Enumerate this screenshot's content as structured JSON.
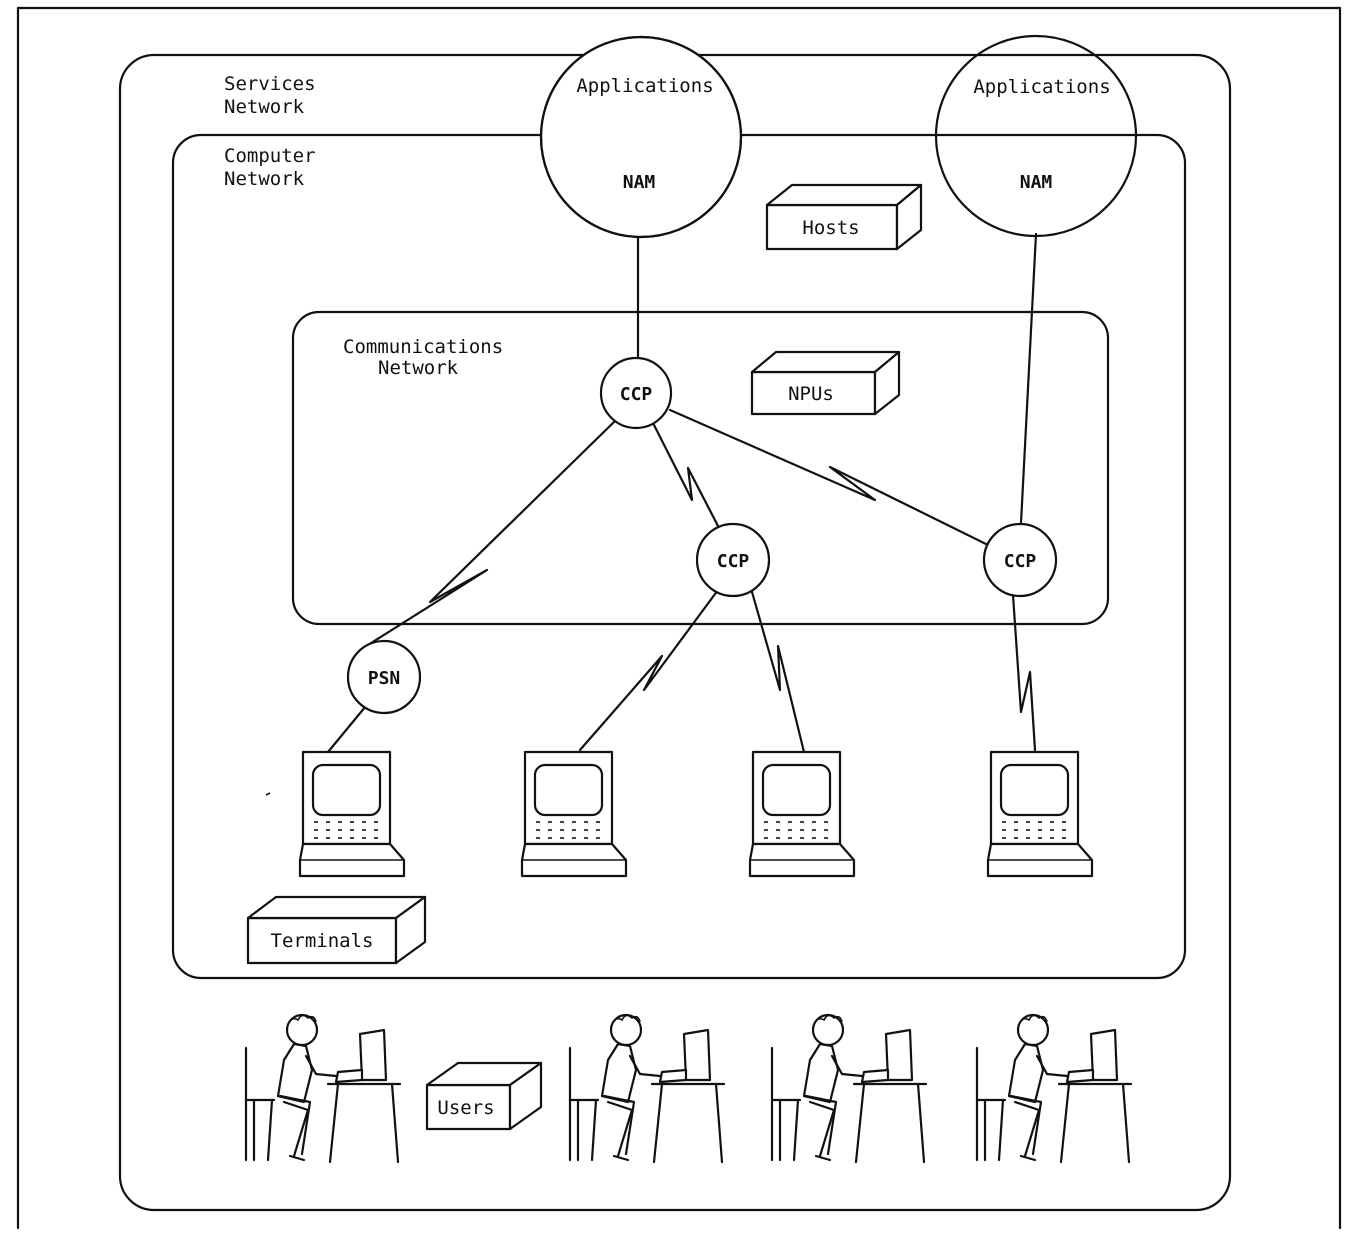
{
  "regions": {
    "services": {
      "line1": "Services",
      "line2": "Network"
    },
    "computer": {
      "line1": "Computer",
      "line2": "Network"
    },
    "communications": {
      "line1": "Communications",
      "line2": "Network"
    }
  },
  "applications": [
    {
      "top": "Applications",
      "bottom": "NAM"
    },
    {
      "top": "Applications",
      "bottom": "NAM"
    }
  ],
  "boxes": {
    "hosts": "Hosts",
    "npus": "NPUs",
    "terminals": "Terminals",
    "users": "Users"
  },
  "nodes": {
    "ccp_top": "CCP",
    "ccp_mid": "CCP",
    "ccp_right": "CCP",
    "psn": "PSN"
  },
  "terminal_count": 4,
  "user_count": 4
}
